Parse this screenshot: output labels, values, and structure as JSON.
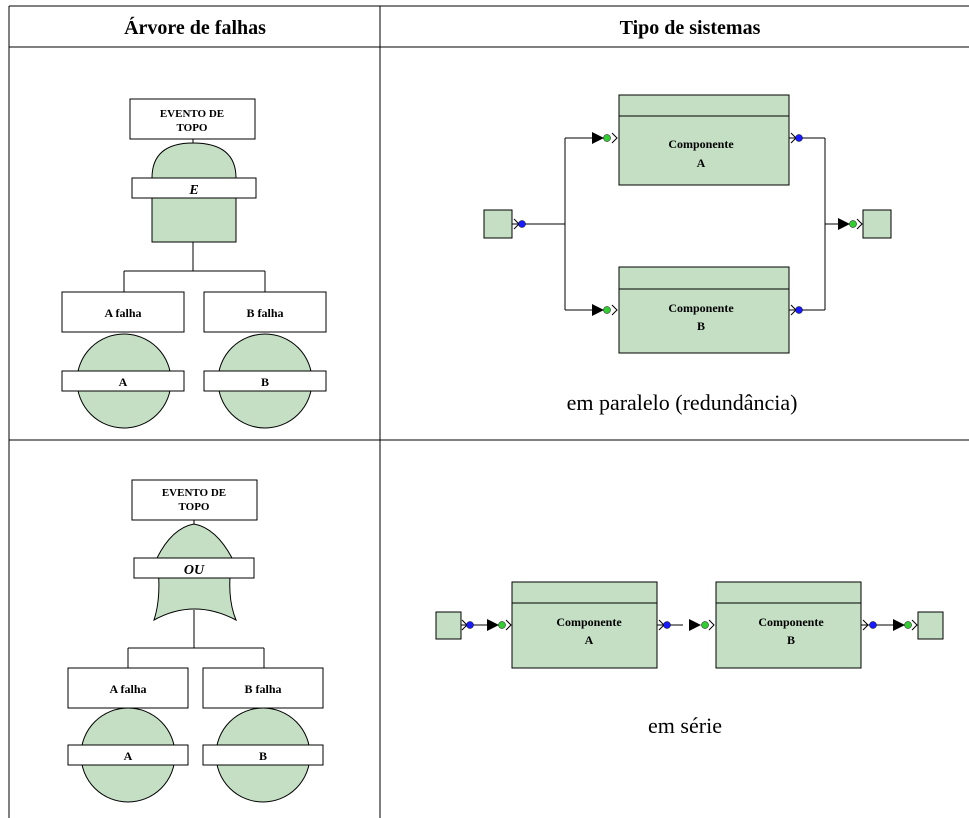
{
  "table": {
    "header_left": "Árvore de falhas",
    "header_right": "Tipo de sistemas"
  },
  "and_tree": {
    "top_event": [
      "EVENTO DE",
      "TOPO"
    ],
    "gate_label": "E",
    "event_a": "A falha",
    "event_b": "B falha",
    "basic_a": "A",
    "basic_b": "B"
  },
  "or_tree": {
    "top_event": [
      "EVENTO DE",
      "TOPO"
    ],
    "gate_label": "OU",
    "event_a": "A falha",
    "event_b": "B falha",
    "basic_a": "A",
    "basic_b": "B"
  },
  "parallel": {
    "comp_a": [
      "Componente",
      "A"
    ],
    "comp_b": [
      "Componente",
      "B"
    ],
    "caption": "em paralelo (redundância)"
  },
  "series": {
    "comp_a": [
      "Componente",
      "A"
    ],
    "comp_b": [
      "Componente",
      "B"
    ],
    "caption": "em série"
  },
  "colors": {
    "component_fill": "#c4dfc4",
    "input_dot": "#33cc33",
    "output_dot": "#1a1aff"
  }
}
